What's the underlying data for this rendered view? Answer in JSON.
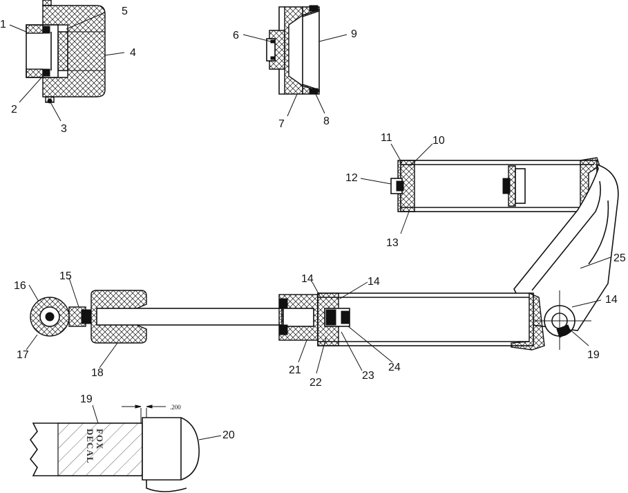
{
  "callouts": {
    "c1": "1",
    "c2": "2",
    "c3": "3",
    "c4": "4",
    "c5": "5",
    "c6": "6",
    "c7": "7",
    "c8": "8",
    "c9": "9",
    "c10": "10",
    "c11": "11",
    "c12": "12",
    "c13": "13",
    "c14a": "14",
    "c14b": "14",
    "c14c": "14",
    "c15": "15",
    "c16": "16",
    "c17": "17",
    "c18": "18",
    "c19a": "19",
    "c19b": "19",
    "c20": "20",
    "c21": "21",
    "c22": "22",
    "c23": "23",
    "c24": "24",
    "c25": "25"
  },
  "dimension": {
    "value": ".200"
  },
  "decal": {
    "line1": "FOX",
    "line2": "DECAL"
  },
  "colors": {
    "ink": "#111111",
    "paper": "#ffffff"
  }
}
